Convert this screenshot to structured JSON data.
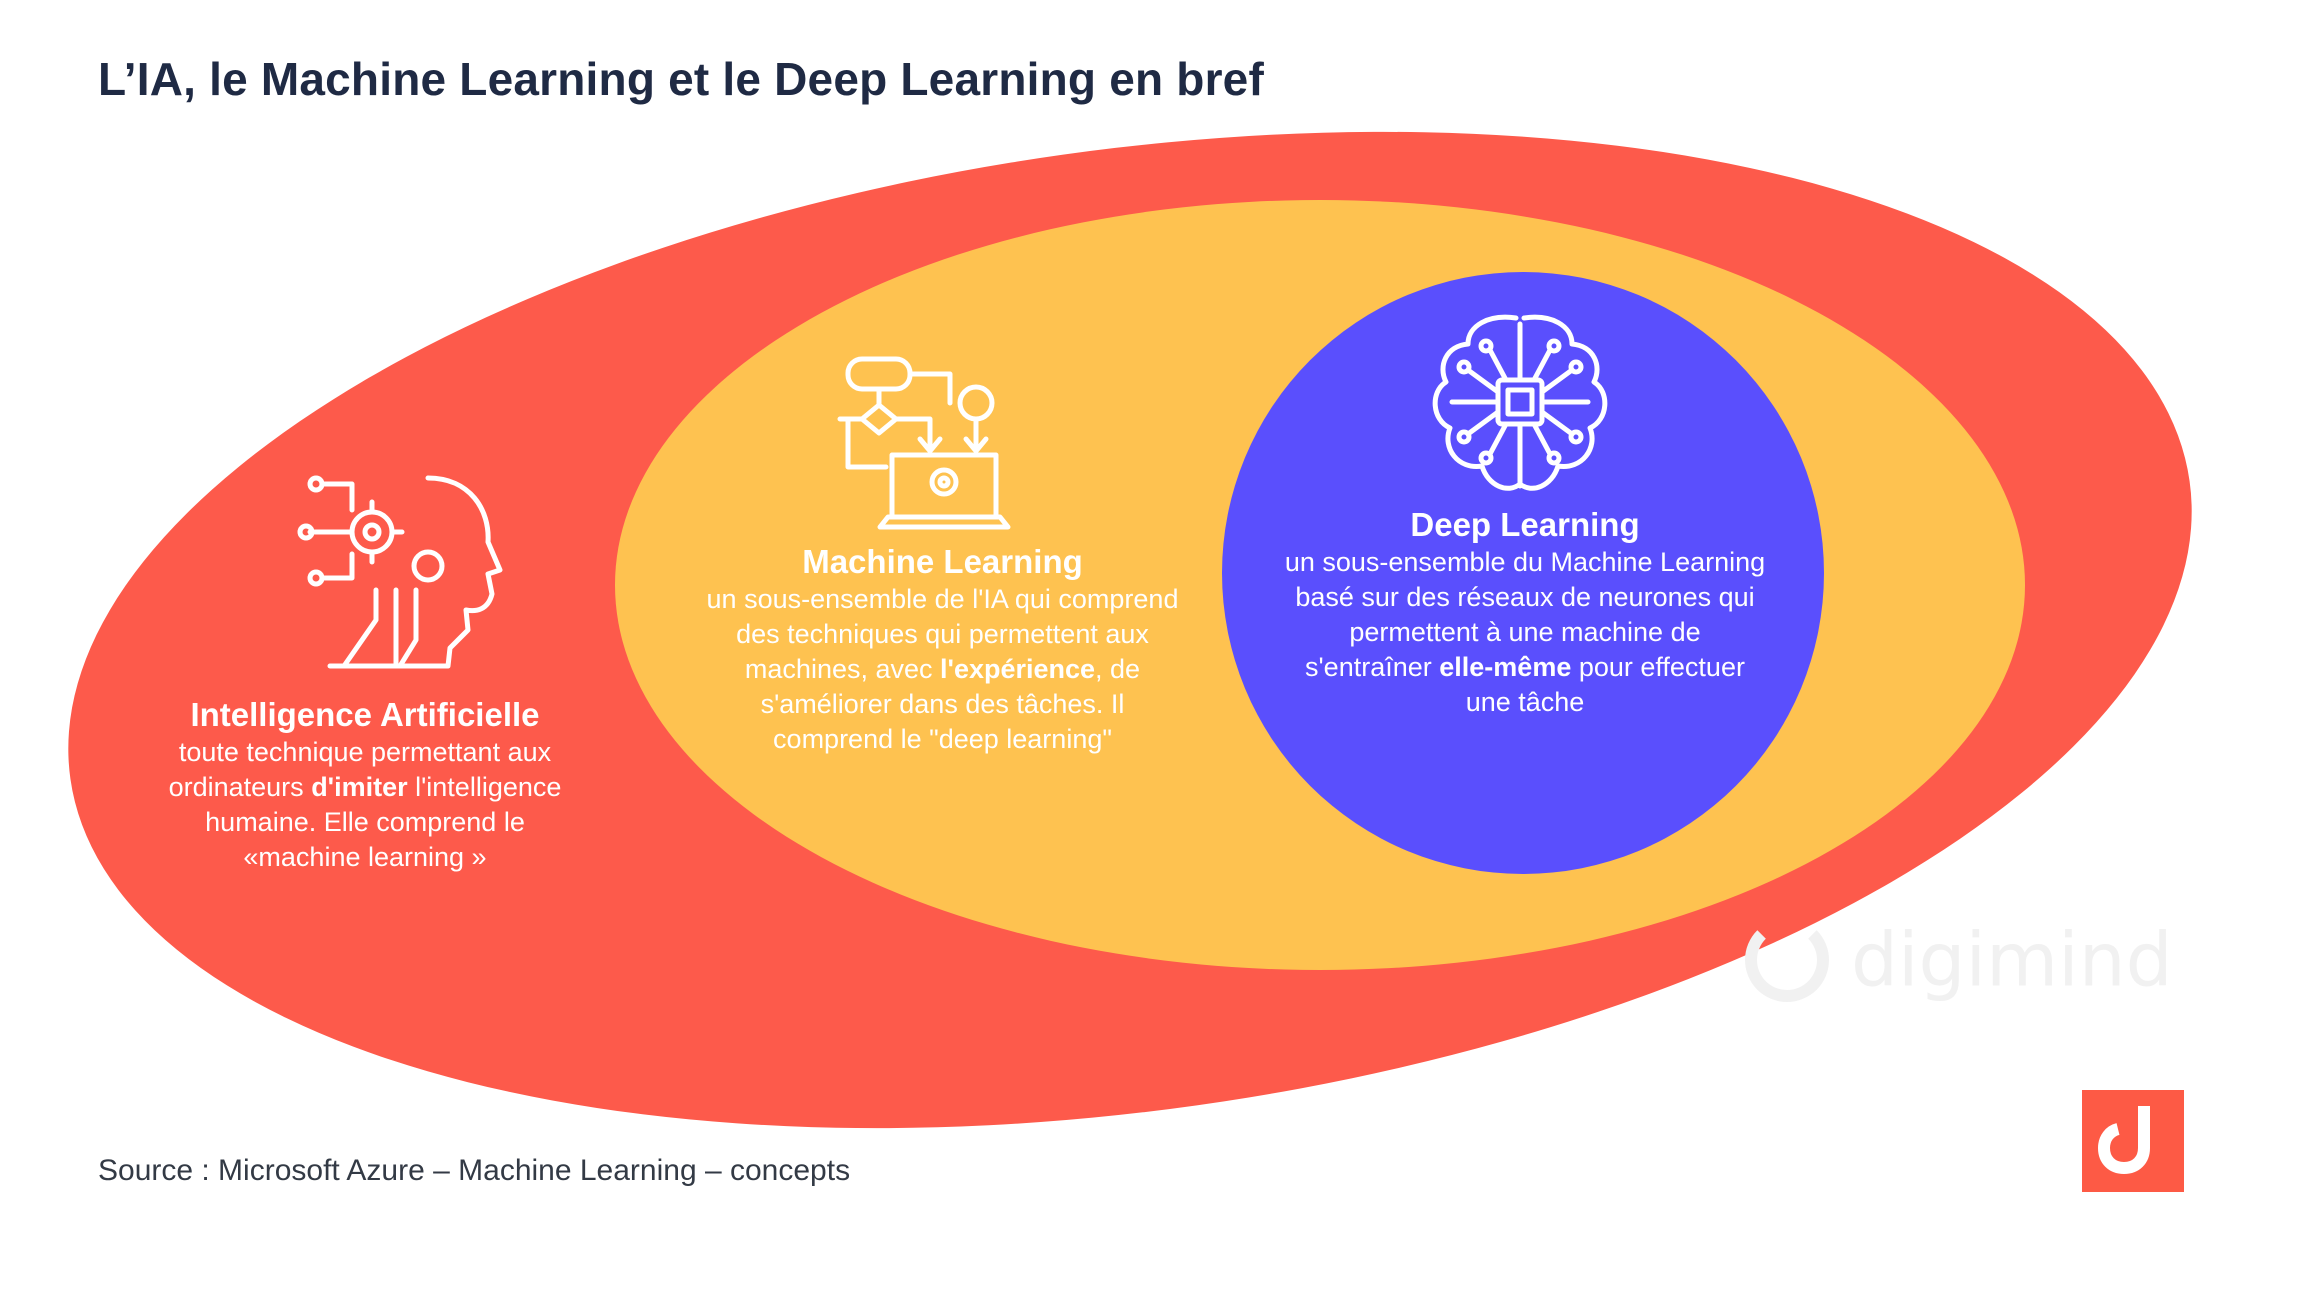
{
  "title": "L’IA, le Machine Learning et le Deep Learning en bref",
  "colors": {
    "ai": "#fd5a4b",
    "ml": "#fec250",
    "dl": "#5a4ffd",
    "title": "#1f2a44",
    "logo": "#fd5a45"
  },
  "sections": {
    "ai": {
      "icon": "ai-head-gears-icon",
      "heading": "Intelligence Artificielle",
      "line1": "toute technique permettant aux",
      "line2_pre": "ordinateurs ",
      "line2_bold": "d'imiter",
      "line2_post": " l'intelligence",
      "line3": "humaine. Elle comprend  le",
      "line4": "«machine learning »"
    },
    "ml": {
      "icon": "flowchart-laptop-icon",
      "heading": "Machine Learning",
      "line1": "un sous-ensemble de l'IA qui comprend",
      "line2": "des techniques qui permettent aux",
      "line3_pre": "machines, avec ",
      "line3_bold": "l'expérience",
      "line3_post": ", de",
      "line4": "s'améliorer dans des tâches. Il",
      "line5": "comprend le  \"deep learning\""
    },
    "dl": {
      "icon": "brain-chip-icon",
      "heading": "Deep Learning",
      "line1": "un sous-ensemble du Machine Learning",
      "line2": "basé sur des réseaux de neurones qui",
      "line3": "permettent à une machine de",
      "line4_pre": "s'entraîner ",
      "line4_bold": "elle-même",
      "line4_post": " pour effectuer",
      "line5": "une tâche"
    }
  },
  "source": "Source : Microsoft Azure – Machine Learning – concepts",
  "watermark": "digimind",
  "logo_icon": "digimind-logo-icon"
}
